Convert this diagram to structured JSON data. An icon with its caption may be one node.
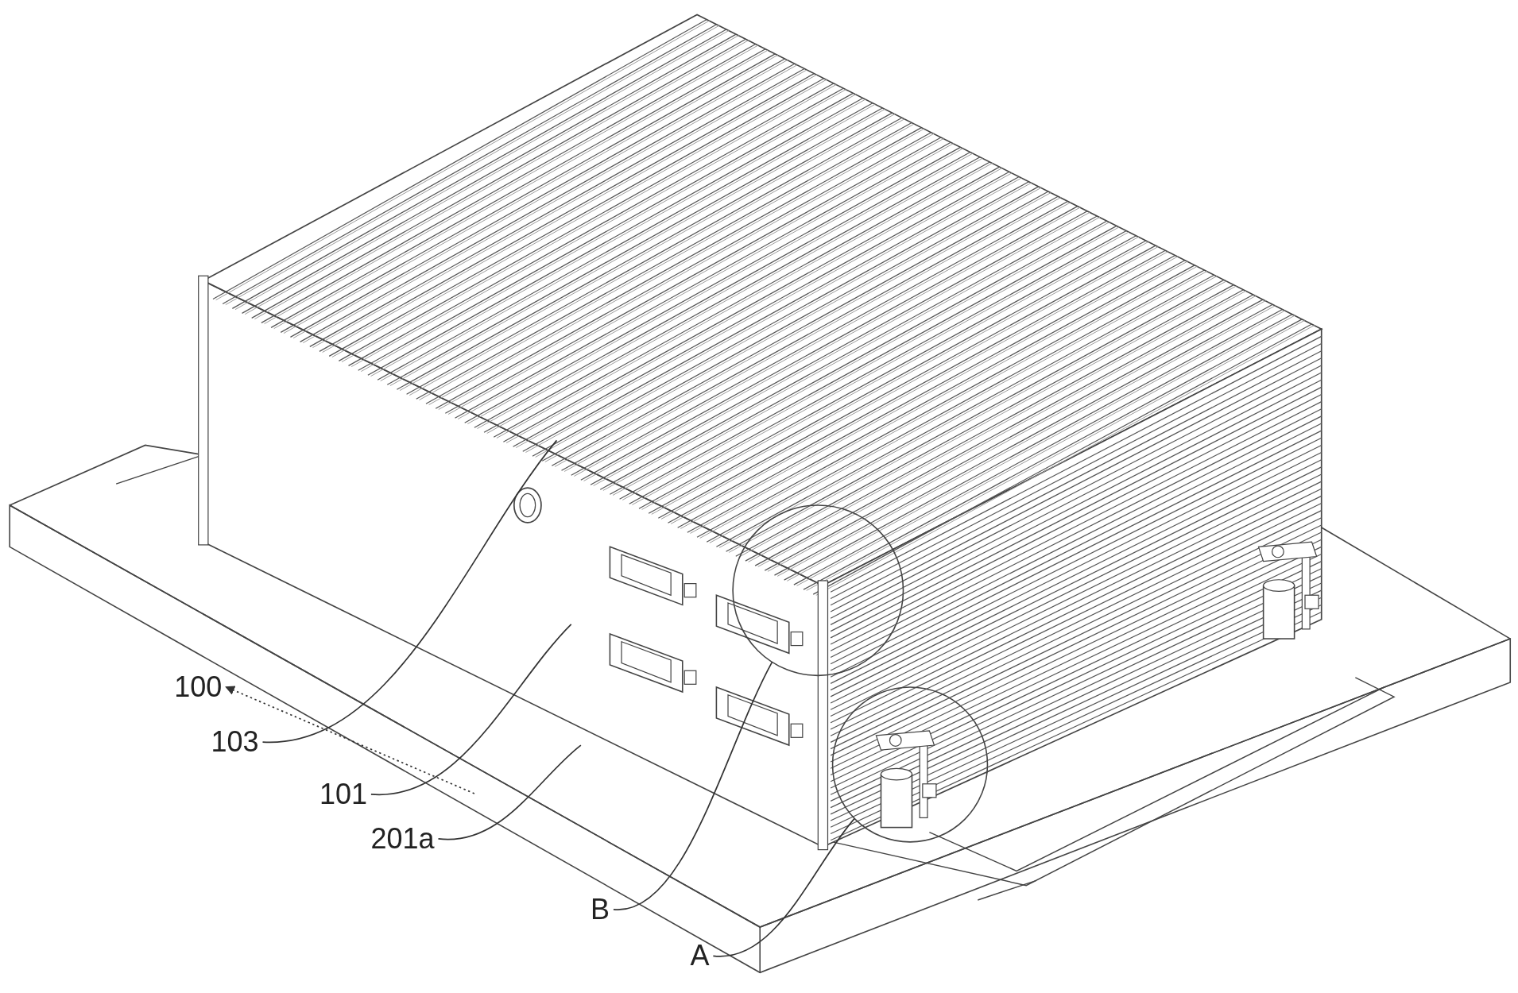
{
  "diagram": {
    "nodes": [
      {
        "text": [
          "100"
        ]
      },
      {
        "text": [
          "103"
        ]
      },
      {
        "text": [
          "101"
        ]
      },
      {
        "text": [
          "201a"
        ]
      },
      {
        "text": [
          "B"
        ]
      },
      {
        "text": [],
        "shape": "circle"
      },
      {
        "text": [
          "A"
        ]
      },
      {
        "text": [],
        "shape": "circle"
      }
    ],
    "edges": [
      {
        "from": null,
        "to": 0,
        "arrow": "to",
        "style": "dashed"
      },
      {
        "from": 1,
        "to": null,
        "arrow": "none"
      },
      {
        "from": 2,
        "to": null,
        "arrow": "none"
      },
      {
        "from": 3,
        "to": null,
        "arrow": "none"
      },
      {
        "from": 4,
        "to": 5,
        "arrow": "none"
      },
      {
        "from": 6,
        "to": 7,
        "arrow": "none"
      }
    ]
  }
}
